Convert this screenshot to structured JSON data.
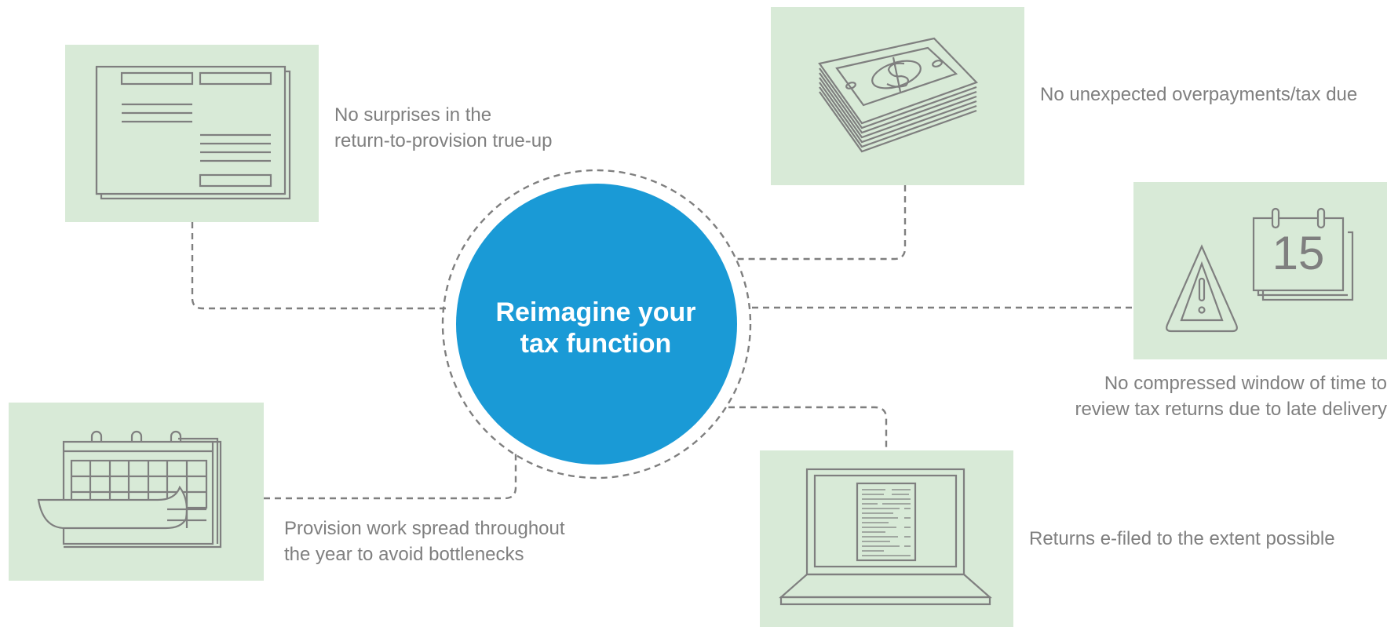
{
  "hub": {
    "title_line1": "Reimagine your",
    "title_line2": "tax function",
    "color": "#1a9ad6"
  },
  "colors": {
    "panel": "#d8ead7",
    "line": "#7f7f7f",
    "text": "#7f7f7f"
  },
  "benefits": [
    {
      "icon": "tax-form-icon",
      "line1": "No surprises in the",
      "line2": "return-to-provision true-up"
    },
    {
      "icon": "money-stack-icon",
      "line1": "No unexpected overpayments/tax due"
    },
    {
      "icon": "warning-calendar-icon",
      "icon_text": "15",
      "line1": "No compressed window of time to",
      "line2": "review tax returns due to late delivery"
    },
    {
      "icon": "laptop-document-icon",
      "line1": "Returns e-filed to the extent possible"
    },
    {
      "icon": "calendar-icon",
      "line1": "Provision work spread throughout",
      "line2": "the year to avoid bottlenecks"
    }
  ]
}
